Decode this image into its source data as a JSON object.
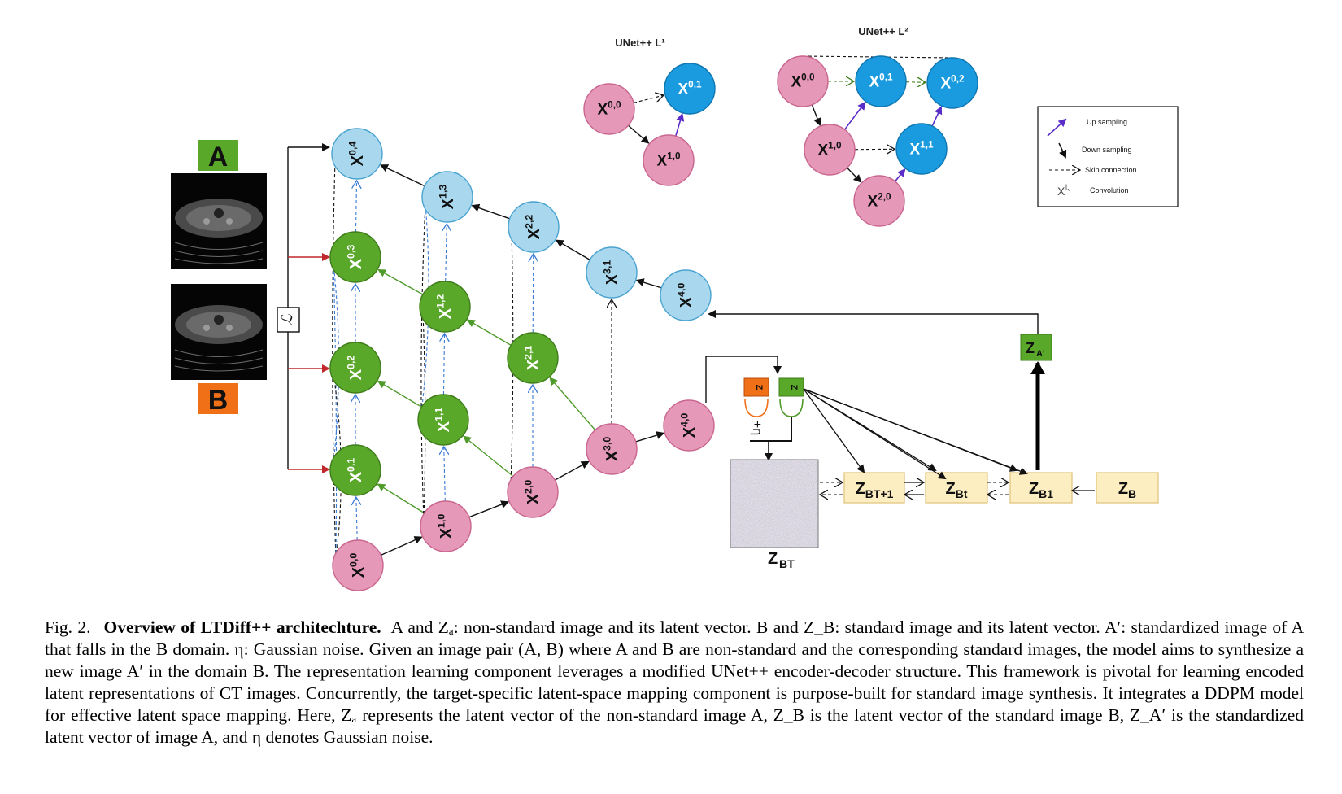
{
  "labels": {
    "A": "A",
    "B": "B",
    "loss": "ℒ",
    "noise_plus": "+η",
    "z_bt_caption": "Z",
    "z_bt_caption_sub": "BT",
    "z_a_out": "Z",
    "z_a_out_sub": "A'"
  },
  "inset_titles": {
    "l1": "UNet++ L¹",
    "l2": "UNet++ L²"
  },
  "legend": {
    "upsampling": "Up sampling",
    "downsampling": "Down sampling",
    "skip": "Skip connection",
    "conv_symbol": "X",
    "conv_symbol_sup": "i,j",
    "convolution": "Convolution"
  },
  "main_nodes": [
    {
      "id": "x00",
      "base": "X",
      "sup": "0,0",
      "color": "pink"
    },
    {
      "id": "x10",
      "base": "X",
      "sup": "1,0",
      "color": "pink"
    },
    {
      "id": "x20",
      "base": "X",
      "sup": "2,0",
      "color": "pink"
    },
    {
      "id": "x30",
      "base": "X",
      "sup": "3,0",
      "color": "pink"
    },
    {
      "id": "x40a",
      "base": "X",
      "sup": "4,0",
      "color": "pink"
    },
    {
      "id": "x01",
      "base": "X",
      "sup": "0,1",
      "color": "green"
    },
    {
      "id": "x11",
      "base": "X",
      "sup": "1,1",
      "color": "green"
    },
    {
      "id": "x21",
      "base": "X",
      "sup": "2,1",
      "color": "green"
    },
    {
      "id": "x02",
      "base": "X",
      "sup": "0,2",
      "color": "green"
    },
    {
      "id": "x12",
      "base": "X",
      "sup": "1,2",
      "color": "green"
    },
    {
      "id": "x03",
      "base": "X",
      "sup": "0,3",
      "color": "green"
    },
    {
      "id": "x04",
      "base": "X",
      "sup": "0,4",
      "color": "light"
    },
    {
      "id": "x13",
      "base": "X",
      "sup": "1,3",
      "color": "light"
    },
    {
      "id": "x22",
      "base": "X",
      "sup": "2,2",
      "color": "light"
    },
    {
      "id": "x31",
      "base": "X",
      "sup": "3,1",
      "color": "light"
    },
    {
      "id": "x40b",
      "base": "X",
      "sup": "4,0",
      "color": "light"
    }
  ],
  "l1_nodes": [
    {
      "id": "a00",
      "base": "X",
      "sup": "0,0",
      "color": "pink"
    },
    {
      "id": "a10",
      "base": "X",
      "sup": "1,0",
      "color": "pink"
    },
    {
      "id": "a01",
      "base": "X",
      "sup": "0,1",
      "color": "blue"
    }
  ],
  "l2_nodes": [
    {
      "id": "b00",
      "base": "X",
      "sup": "0,0",
      "color": "pink"
    },
    {
      "id": "b10",
      "base": "X",
      "sup": "1,0",
      "color": "pink"
    },
    {
      "id": "b20",
      "base": "X",
      "sup": "2,0",
      "color": "pink"
    },
    {
      "id": "b01",
      "base": "X",
      "sup": "0,1",
      "color": "blue"
    },
    {
      "id": "b11",
      "base": "X",
      "sup": "1,1",
      "color": "blue"
    },
    {
      "id": "b02",
      "base": "X",
      "sup": "0,2",
      "color": "blue"
    }
  ],
  "latent_boxes": [
    {
      "id": "zbt1",
      "base": "Z",
      "sub": "BT+1"
    },
    {
      "id": "zbt",
      "base": "Z",
      "sub": "Bt"
    },
    {
      "id": "zb1",
      "base": "Z",
      "sub": "B1"
    },
    {
      "id": "zb",
      "base": "Z",
      "sub": "B"
    }
  ],
  "small_latents": [
    {
      "id": "zb_small",
      "base": "Z",
      "sub": "B"
    },
    {
      "id": "za_small",
      "base": "Z",
      "sub": "A"
    }
  ],
  "caption": {
    "fig": "Fig. 2.",
    "title": "Overview of LTDiff++ architechture.",
    "body": "A and Zₐ: non-standard image and its latent vector. B and Z_B: standard image and its latent vector. A′: standardized image of A that falls in the B domain. η: Gaussian noise. Given an image pair (A, B) where A and B are non-standard and the corresponding standard images, the model aims to synthesize a new image A′ in the domain B. The representation learning component leverages a modified UNet++ encoder-decoder structure. This framework is pivotal for learning encoded latent representations of CT images. Concurrently, the target-specific latent-space mapping component is purpose-built for standard image synthesis. It integrates a DDPM model for effective latent space mapping. Here, Zₐ represents the latent vector of the non-standard image A, Z_B is the latent vector of the standard image B, Z_A′ is the standardized latent vector of image A, and η denotes Gaussian noise."
  },
  "colors": {
    "pink": "#e598b8",
    "pink_stroke": "#c9668f",
    "green": "#5aa82a",
    "green_stroke": "#3e7d1a",
    "light": "#a9d8ee",
    "light_stroke": "#4aa3cf",
    "blue": "#1a9be0",
    "blue_stroke": "#0f76b0",
    "label_A": "#5aa82a",
    "label_B": "#f07018",
    "latent_fill": "#fdeec2",
    "latent_stroke": "#e0c27a",
    "red_arrow": "#c0282d",
    "green_arrow": "#4e9a2a",
    "up_arrow": "#5a2cc8",
    "skip_blue": "#3a7bd5"
  }
}
